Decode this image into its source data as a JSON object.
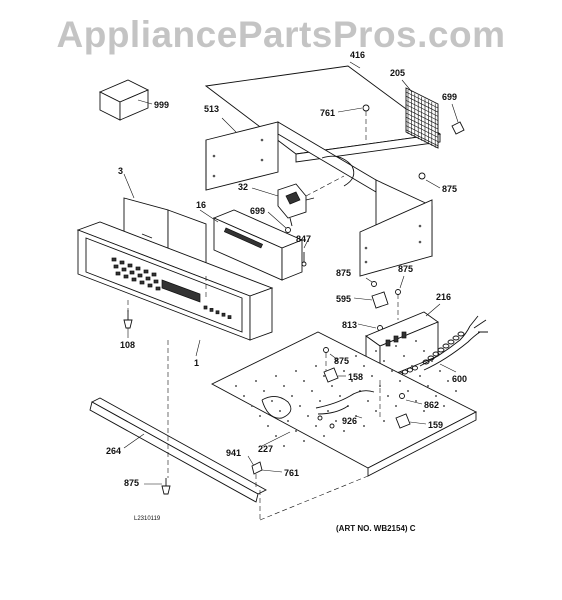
{
  "watermark": "AppliancePartsPros.com",
  "drawing_id": "L2310119",
  "art_number": "(ART NO. WB2154) C",
  "callouts": {
    "p416": "416",
    "p205": "205",
    "p699a": "699",
    "p999": "999",
    "p761a": "761",
    "p513": "513",
    "p875a": "875",
    "p3": "3",
    "p32": "32",
    "p16": "16",
    "p699b": "699",
    "p847": "847",
    "p875b": "875",
    "p875c": "875",
    "p595": "595",
    "p216": "216",
    "p813": "813",
    "p108": "108",
    "p1": "1",
    "p875d": "875",
    "p158": "158",
    "p600": "600",
    "p862": "862",
    "p926": "926",
    "p159": "159",
    "p264": "264",
    "p227": "227",
    "p941": "941",
    "p761b": "761",
    "p875e": "875"
  }
}
